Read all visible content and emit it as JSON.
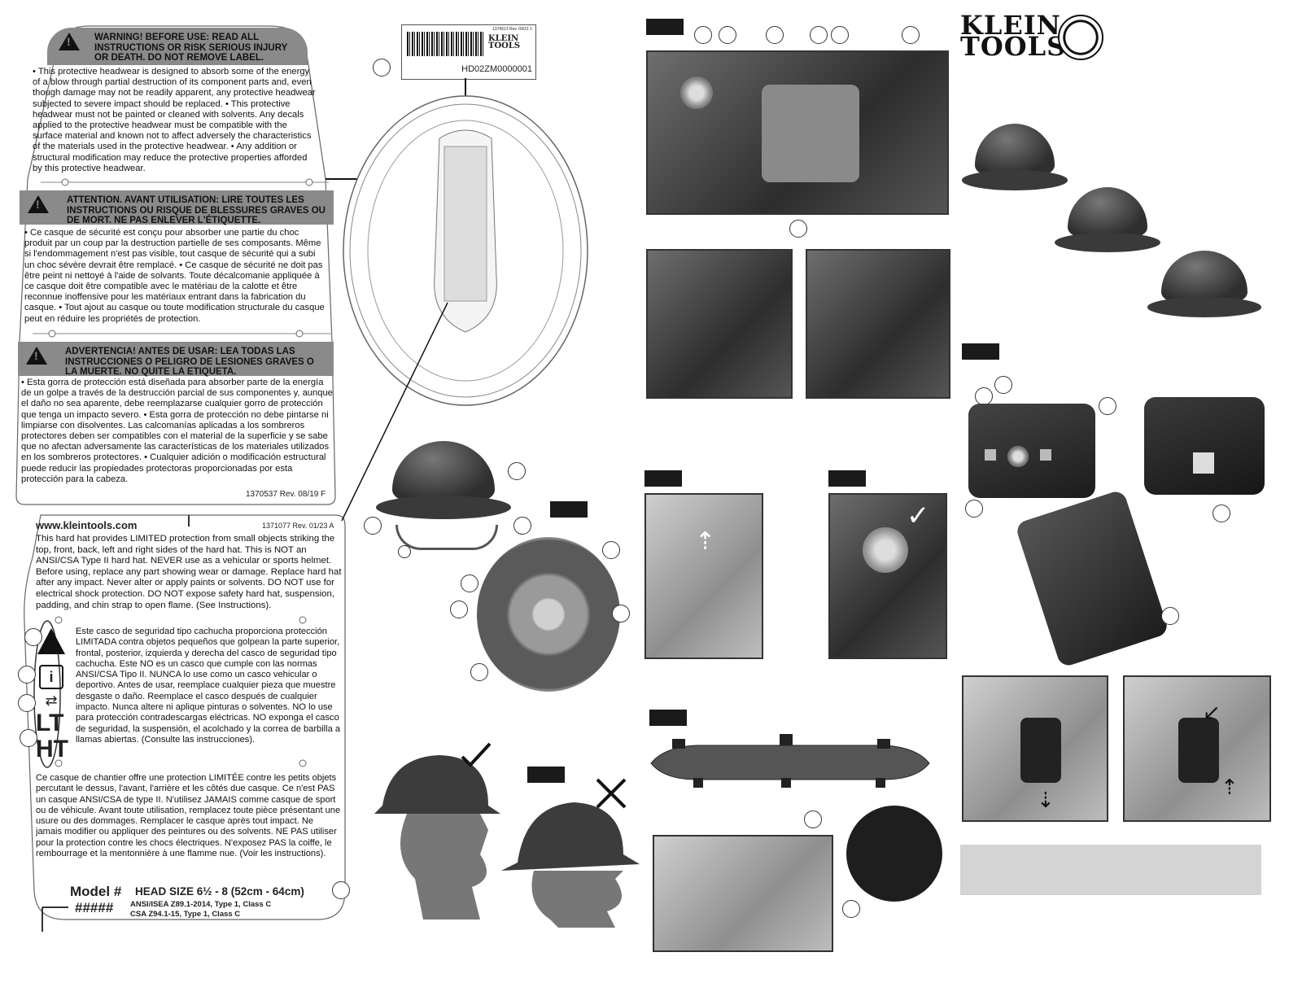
{
  "label_top": {
    "en_heading": "WARNING! BEFORE USE: READ ALL INSTRUCTIONS OR RISK SERIOUS INJURY OR DEATH.  DO NOT REMOVE LABEL.",
    "en_body": "• This protective headwear is designed to absorb some of the energy of a blow through partial destruction of its component parts and, even though damage may not be readily apparent, any protective headwear subjected to severe impact should be replaced. • This protective headwear must not be painted or cleaned with solvents. Any decals applied to the protective headwear must be compatible with the surface material and known not to affect adversely the characteristics of the materials used in the protective headwear.  • Any addition or structural modification may reduce the protective properties afforded by this protective headwear.",
    "fr_heading": "ATTENTION. AVANT UTILISATION: LIRE TOUTES LES INSTRUCTIONS OU RISQUE DE BLESSURES GRAVES OU DE MORT. NE PAS ENLEVER L'ÉTIQUETTE.",
    "fr_body": "• Ce casque de sécurité est conçu pour absorber une partie du choc produit par un coup par la destruction partielle de ses composants. Même si l'endommagement n'est pas visible, tout casque de sécurité qui a subi un choc sévère devrait être remplacé.  • Ce casque de sécurité ne doit pas être peint ni nettoyé à l'aide de solvants. Toute décalcomanie appliquée à ce casque doit être compatible avec le matériau de la calotte et être reconnue inoffensive pour les matériaux entrant dans la fabrication du casque.  • Tout ajout au casque ou toute modification structurale du casque peut en réduire les propriétés de protection.",
    "es_heading": "ADVERTENCIA! ANTES DE USAR: LEA TODAS LAS INSTRUCCIONES O PELIGRO DE LESIONES GRAVES O LA MUERTE. NO QUITE LA ETIQUETA.",
    "es_body": "• Esta gorra de protección está diseñada para absorber parte de la energía de un golpe a través de la destrucción parcial de sus componentes y, aunque el daño no sea aparente, debe reemplazarse cualquier gorro de protección que tenga un impacto severo.  • Esta gorra de protección no debe pintarse ni limpiarse con disolventes. Las calcomanías aplicadas a los sombreros protectores deben ser compatibles con el material de la superficie y se sabe que no afectan adversamente las características de los materiales utilizados en los sombreros protectores. • Cualquier adición o modificación estructural puede reducir las propiedades protectoras proporcionadas por esta protección para la cabeza.",
    "rev": "1370537 Rev. 08/19 F"
  },
  "label_bottom": {
    "url": "www.kleintools.com",
    "rev": "1371077  Rev. 01/23 A",
    "en": "This hard hat provides LIMITED protection from small objects striking the top, front, back, left and right sides of the hard hat. This is NOT an ANSI/CSA Type II hard hat. NEVER use as a vehicular or sports helmet. Before using, replace any part showing wear or damage. Replace hard hat after any impact. Never alter or apply paints or solvents. DO NOT use for electrical shock protection. DO NOT expose safety hard hat, suspension, padding, and chin strap to open flame. (See Instructions).",
    "es": "Este casco de seguridad tipo cachucha proporciona protección LIMITADA contra objetos pequeños que golpean la parte superior, frontal, posterior, izquierda y derecha del casco de seguridad tipo cachucha. Este NO es un casco que cumple con las normas ANSI/CSA Tipo II. NUNCA lo use como un casco vehicular o deportivo. Antes de usar, reemplace  cualquier pieza que muestre desgaste o daño. Reemplace el casco después de cualquier impacto. Nunca altere ni aplique pinturas o solventes. NO lo use para protección contradescargas eléctricas. NO exponga el casco de seguridad, la suspensión, el acolchado y la correa de barbilla a llamas abiertas. (Consulte las instrucciones).",
    "fr": "Ce casque de chantier offre une protection LIMITÉE contre les petits objets percutant le dessus, l'avant, l'arrière et les côtés due casque. Ce n'est PAS un casque ANSI/CSA de type II. N'utilisez JAMAIS comme casque de sport ou de véhicule. Avant toute utilisation, remplacez toute pièce présentant une usure ou des dommages. Remplacer le casque après tout impact. Ne jamais modifier ou appliquer des peintures ou des solvents. NE PAS utiliser pour la protection contre les chocs électriques. N'exposez PAS la coiffe, le rembourrage et la mentonnière à une flamme nue. (Voir les instructions).",
    "lt": "LT",
    "ht": "HT",
    "model_label": "Model #",
    "model_value": "#####",
    "head_size": "HEAD SIZE 6½ - 8 (52cm - 64cm)",
    "std1": "ANSI/ISEA Z89.1-2014, Type 1, Class C",
    "std2": "CSA Z94.1-15, Type 1, Class C"
  },
  "barcode": {
    "small": "1370613 Rev. 09/21 1",
    "serial": "HD02ZM0000001",
    "brand1": "KLEIN",
    "brand2": "TOOLS"
  },
  "logo": {
    "line1": "KLEIN",
    "line2": "TOOLS"
  },
  "colors": {
    "warning_band": "#8a8a8a",
    "note_box": "#d4d4d4"
  }
}
